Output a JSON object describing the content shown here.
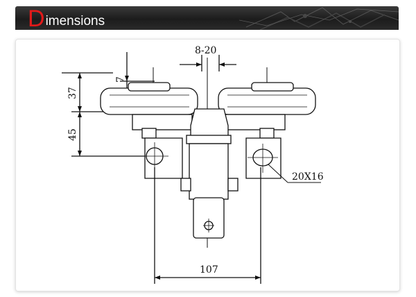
{
  "header": {
    "title_initial": "D",
    "title_rest": "imensions"
  },
  "drawing": {
    "dim_top": "8-20",
    "dim_small": "7",
    "dim_upper": "37",
    "dim_lower": "45",
    "dim_hole": "20X16",
    "dim_bottom": "107"
  }
}
